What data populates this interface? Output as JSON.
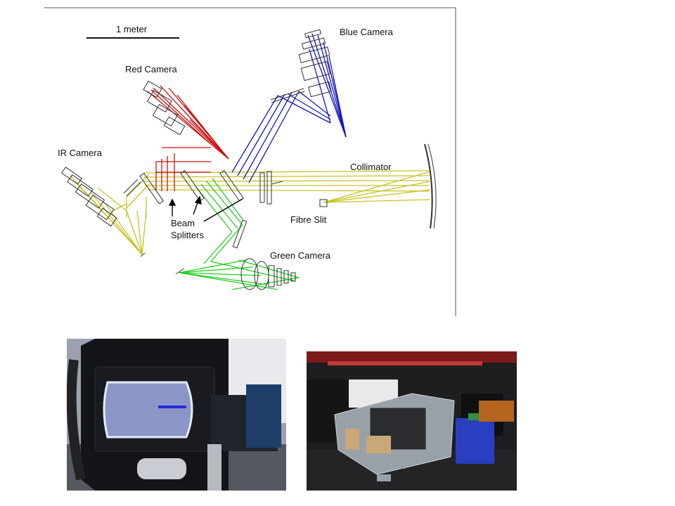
{
  "diagram": {
    "scale_bar": "1 meter",
    "labels": {
      "red_camera": "Red Camera",
      "blue_camera": "Blue Camera",
      "ir_camera": "IR Camera",
      "collimator": "Collimator",
      "fibre_slit": "Fibre Slit",
      "beam_splitters_1": "Beam",
      "beam_splitters_2": "Splitters",
      "green_camera": "Green Camera"
    },
    "colors": {
      "red": "#cc1010",
      "blue": "#1616c0",
      "green": "#22cc22",
      "ir": "#c8c22a"
    }
  }
}
